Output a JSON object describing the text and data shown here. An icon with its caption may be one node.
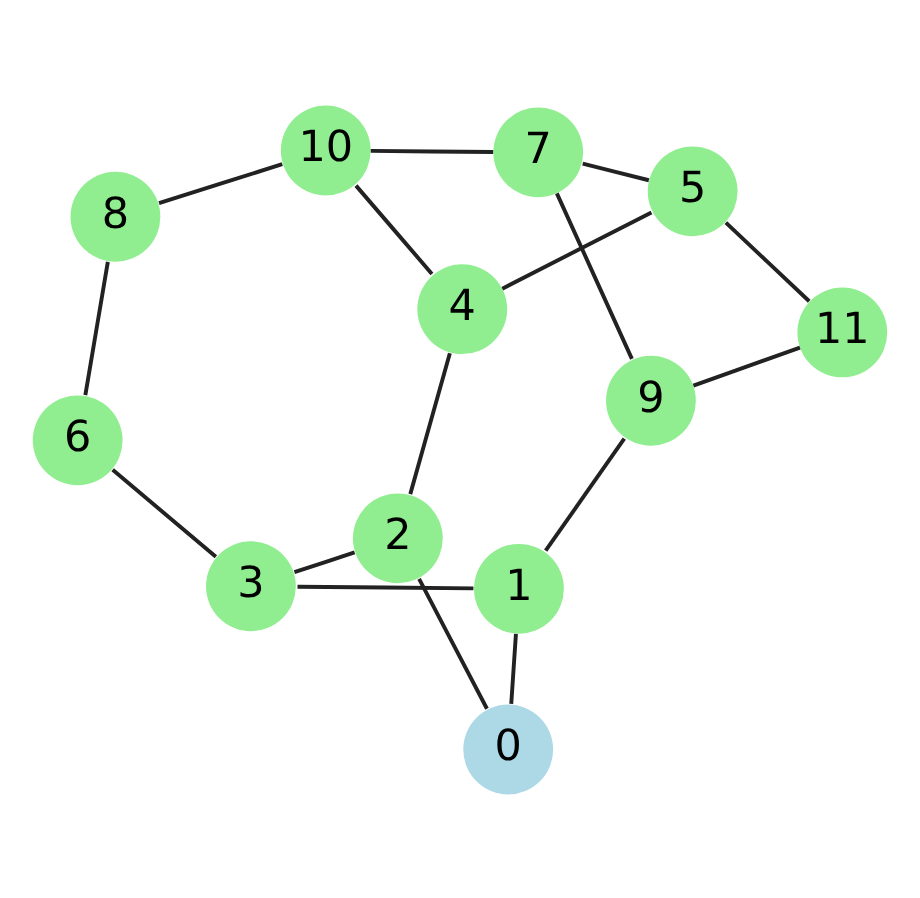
{
  "diagram": {
    "nodes": [
      {
        "text": [
          "0"
        ]
      },
      {
        "text": [
          "1"
        ]
      },
      {
        "text": [
          "2"
        ]
      },
      {
        "text": [
          "3"
        ]
      },
      {
        "text": [
          "4"
        ]
      },
      {
        "text": [
          "5"
        ]
      },
      {
        "text": [
          "6"
        ]
      },
      {
        "text": [
          "7"
        ]
      },
      {
        "text": [
          "8"
        ]
      },
      {
        "text": [
          "9"
        ]
      },
      {
        "text": [
          "10"
        ]
      },
      {
        "text": [
          "11"
        ]
      }
    ],
    "edges": [
      {
        "from": 0,
        "to": 1,
        "arrow": "none"
      },
      {
        "from": 0,
        "to": 2,
        "arrow": "none"
      },
      {
        "from": 1,
        "to": 3,
        "arrow": "none"
      },
      {
        "from": 1,
        "to": 9,
        "arrow": "none"
      },
      {
        "from": 2,
        "to": 3,
        "arrow": "none"
      },
      {
        "from": 2,
        "to": 4,
        "arrow": "none"
      },
      {
        "from": 3,
        "to": 6,
        "arrow": "none"
      },
      {
        "from": 4,
        "to": 10,
        "arrow": "none"
      },
      {
        "from": 4,
        "to": 5,
        "arrow": "none"
      },
      {
        "from": 5,
        "to": 7,
        "arrow": "none"
      },
      {
        "from": 5,
        "to": 11,
        "arrow": "none"
      },
      {
        "from": 6,
        "to": 8,
        "arrow": "none"
      },
      {
        "from": 7,
        "to": 10,
        "arrow": "none"
      },
      {
        "from": 7,
        "to": 9,
        "arrow": "none"
      },
      {
        "from": 8,
        "to": 10,
        "arrow": "none"
      },
      {
        "from": 9,
        "to": 11,
        "arrow": "none"
      }
    ]
  }
}
